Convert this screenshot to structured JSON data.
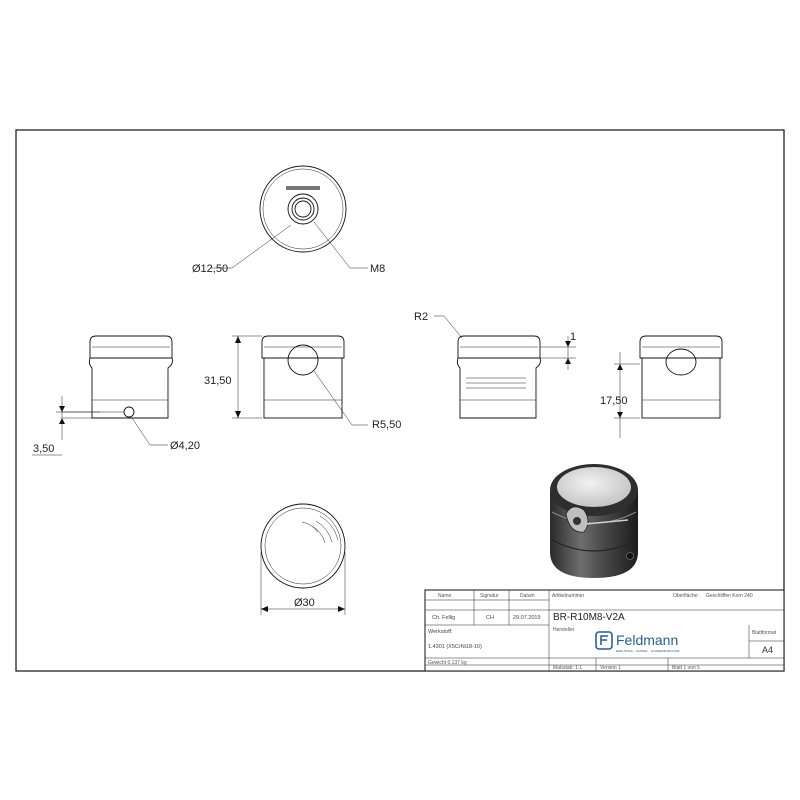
{
  "dimensions": {
    "top_view_diameter": "Ø12,50",
    "thread": "M8",
    "height_total": "31,50",
    "radius_groove": "R5,50",
    "hole_offset": "3,50",
    "hole_diameter": "Ø4,20",
    "edge_radius": "R2",
    "chamfer": "1",
    "groove_height": "17,50",
    "outer_diameter": "Ø30"
  },
  "title_block": {
    "h_name": "Name",
    "h_signature": "Signatur",
    "h_date": "Datum",
    "name": "Ch. Fellig",
    "signature": "CH",
    "date": "29.07.2019",
    "article_label": "Artikelnummer",
    "article_number": "BR-R10M8-V2A",
    "surface_label": "Oberfläche:",
    "surface_value": "Geschliffen Korn 240",
    "manufacturer_label": "Hersteller",
    "material_label": "Werkstoff:",
    "material_value": "1.4301 (X5CrNi18-10)",
    "weight": "Gewicht 0.137 kg",
    "logo_text": "Feldmann",
    "logo_tagline": "EDELSTAHL · HANDEL · SCHMIEDETECHNIK",
    "sheet_format_label": "Blattformat",
    "sheet_format": "A4",
    "scale": "Maßstab: 1:1",
    "version": "Version 1",
    "sheet": "Blatt 1 von 5"
  },
  "colors": {
    "line": "#111111",
    "metal_dark": "#3a3a3a",
    "metal_mid": "#6a6a6a",
    "metal_light": "#d8d8d8",
    "logo_blue": "#2c5f8a"
  }
}
